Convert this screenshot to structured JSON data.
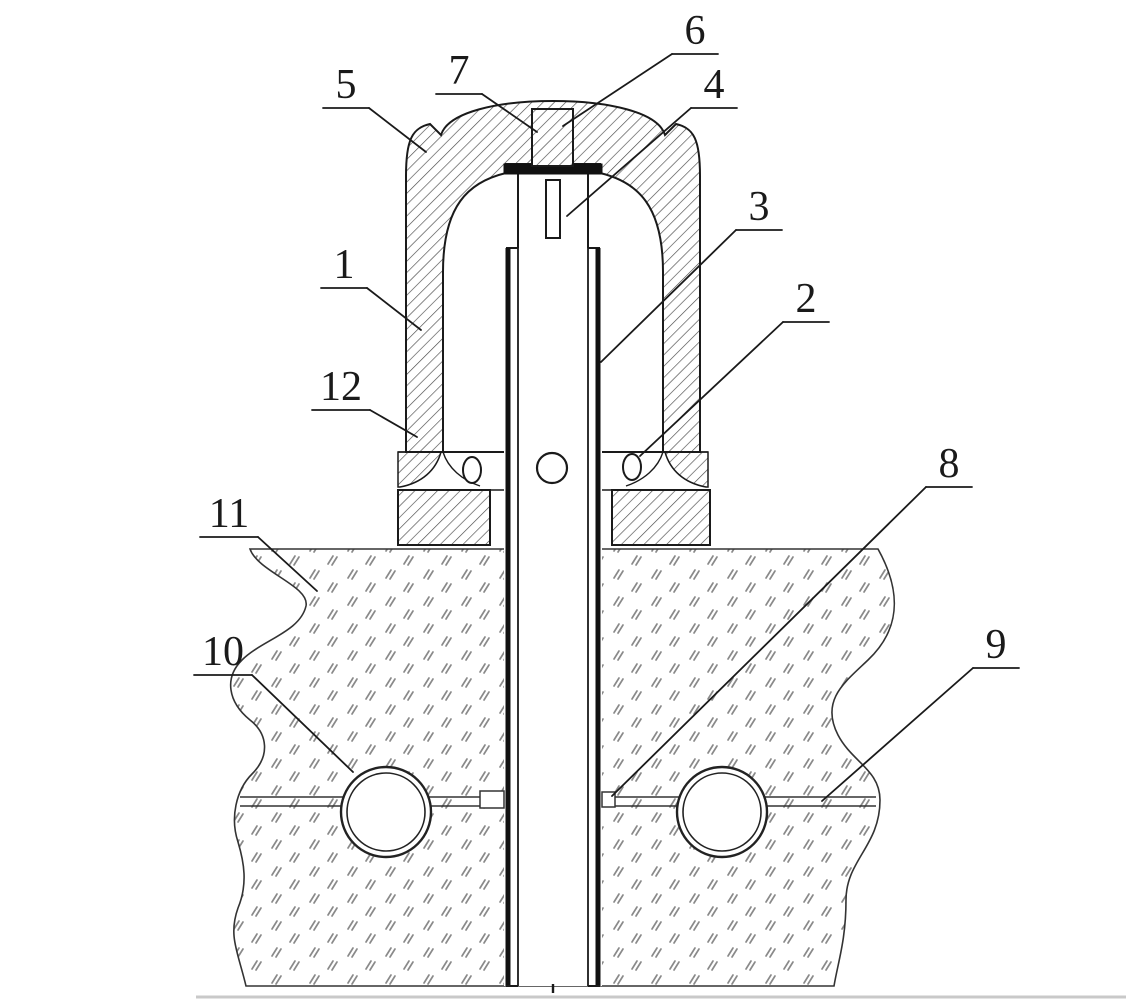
{
  "figure": {
    "kind": "patent-cross-section-diagram",
    "labels": [
      {
        "text": "1"
      },
      {
        "text": "2"
      },
      {
        "text": "3"
      },
      {
        "text": "4"
      },
      {
        "text": "5"
      },
      {
        "text": "6"
      },
      {
        "text": "7"
      },
      {
        "text": "8"
      },
      {
        "text": "9"
      },
      {
        "text": "10"
      },
      {
        "text": "11"
      },
      {
        "text": "12"
      }
    ]
  },
  "colors": {
    "background": "#ffffff",
    "line": "#1a1a1a",
    "section_hatch": "#4a4a4a",
    "ground_hatch": "#8a8a8a",
    "cap_fill": "#111111",
    "seam_line": "#333333",
    "bottom_edge": "#c9c9c9"
  }
}
